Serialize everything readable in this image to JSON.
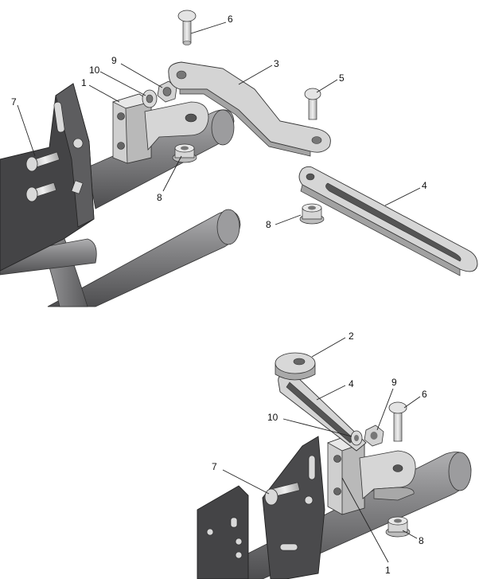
{
  "top_view": {
    "callouts": [
      {
        "id": "c6",
        "label": "6"
      },
      {
        "id": "c9",
        "label": "9"
      },
      {
        "id": "c3",
        "label": "3"
      },
      {
        "id": "c10",
        "label": "10"
      },
      {
        "id": "c1",
        "label": "1"
      },
      {
        "id": "c5",
        "label": "5"
      },
      {
        "id": "c7",
        "label": "7"
      },
      {
        "id": "c4",
        "label": "4"
      },
      {
        "id": "c8a",
        "label": "8"
      },
      {
        "id": "c8b",
        "label": "8"
      }
    ]
  },
  "bottom_view": {
    "callouts": [
      {
        "id": "d2",
        "label": "2"
      },
      {
        "id": "d4",
        "label": "4"
      },
      {
        "id": "d9",
        "label": "9"
      },
      {
        "id": "d6",
        "label": "6"
      },
      {
        "id": "d10",
        "label": "10"
      },
      {
        "id": "d7",
        "label": "7"
      },
      {
        "id": "d8",
        "label": "8"
      },
      {
        "id": "d1",
        "label": "1"
      }
    ]
  },
  "colors": {
    "tube_dark": "#5a5a5c",
    "tube_mid": "#7a7a7c",
    "tube_light": "#a9a9ab",
    "bracket_dark": "#3c3c3e",
    "part_light": "#d8d8d8",
    "part_mid": "#bdbdbd",
    "part_shadow": "#9a9a9a"
  }
}
